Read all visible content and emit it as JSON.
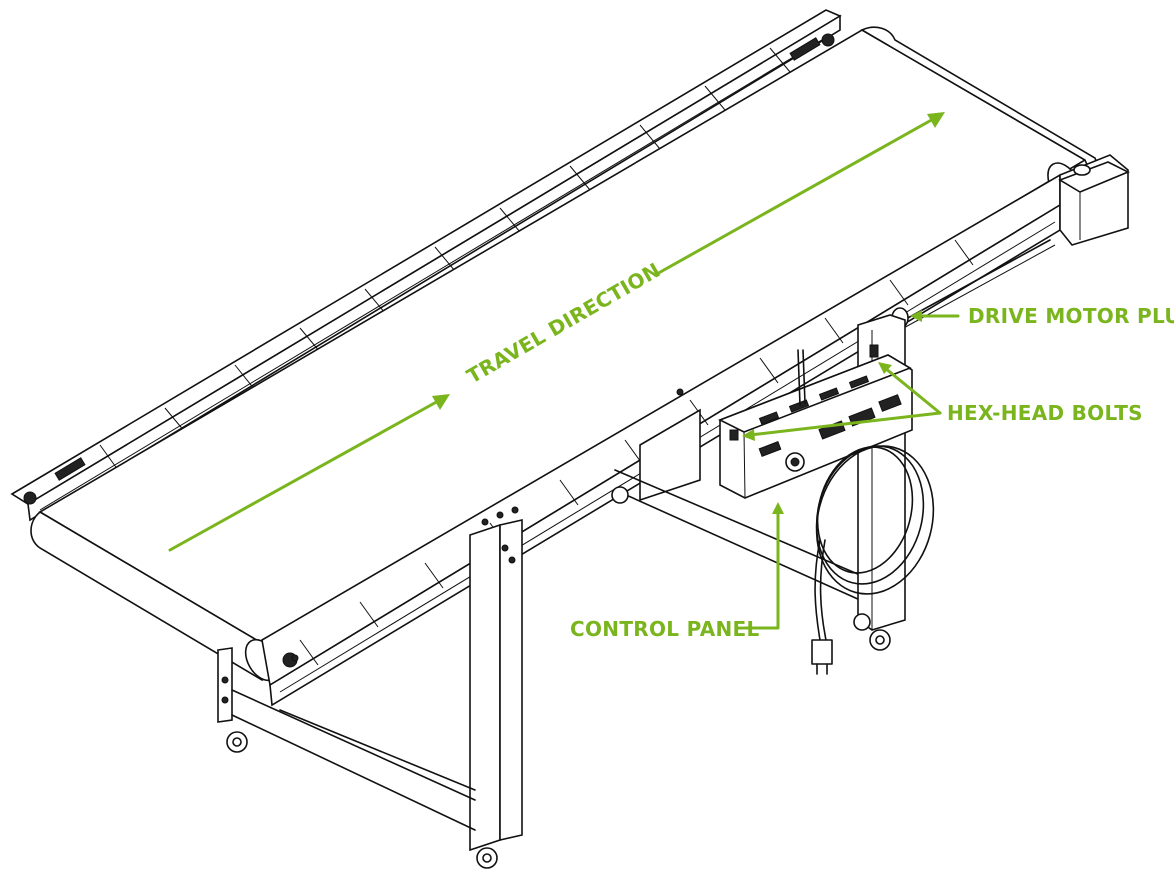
{
  "colors": {
    "callout": "#7ab51d",
    "linework": "#111111",
    "background": "#ffffff"
  },
  "labels": {
    "travel_direction": "TRAVEL DIRECTION",
    "drive_motor_plug": "DRIVE MOTOR PLUG",
    "hex_head_bolts": "HEX-HEAD BOLTS",
    "control_panel": "CONTROL PANEL"
  }
}
